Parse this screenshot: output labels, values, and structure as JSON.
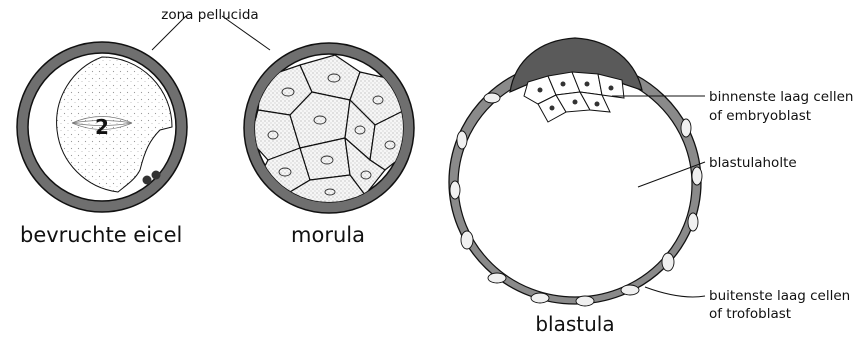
{
  "labels": {
    "zona_pellucida": "zona pellucida",
    "fertilized_egg": "bevruchte eicel",
    "morula": "morula",
    "blastula": "blastula",
    "inner_cells_1": "binnenste laag cellen",
    "inner_cells_2": "of embryoblast",
    "blastocoel": "blastulaholte",
    "outer_cells_1": "buitenste laag cellen",
    "outer_cells_2": "of trofoblast",
    "egg_nucleus_mark": "2"
  },
  "colors": {
    "ink": "#111111",
    "shell": "#6f6f6f",
    "stipple": "#d9d9d9",
    "cell_fill": "#f4f4f4",
    "dark_cap": "#5a5a5a"
  }
}
